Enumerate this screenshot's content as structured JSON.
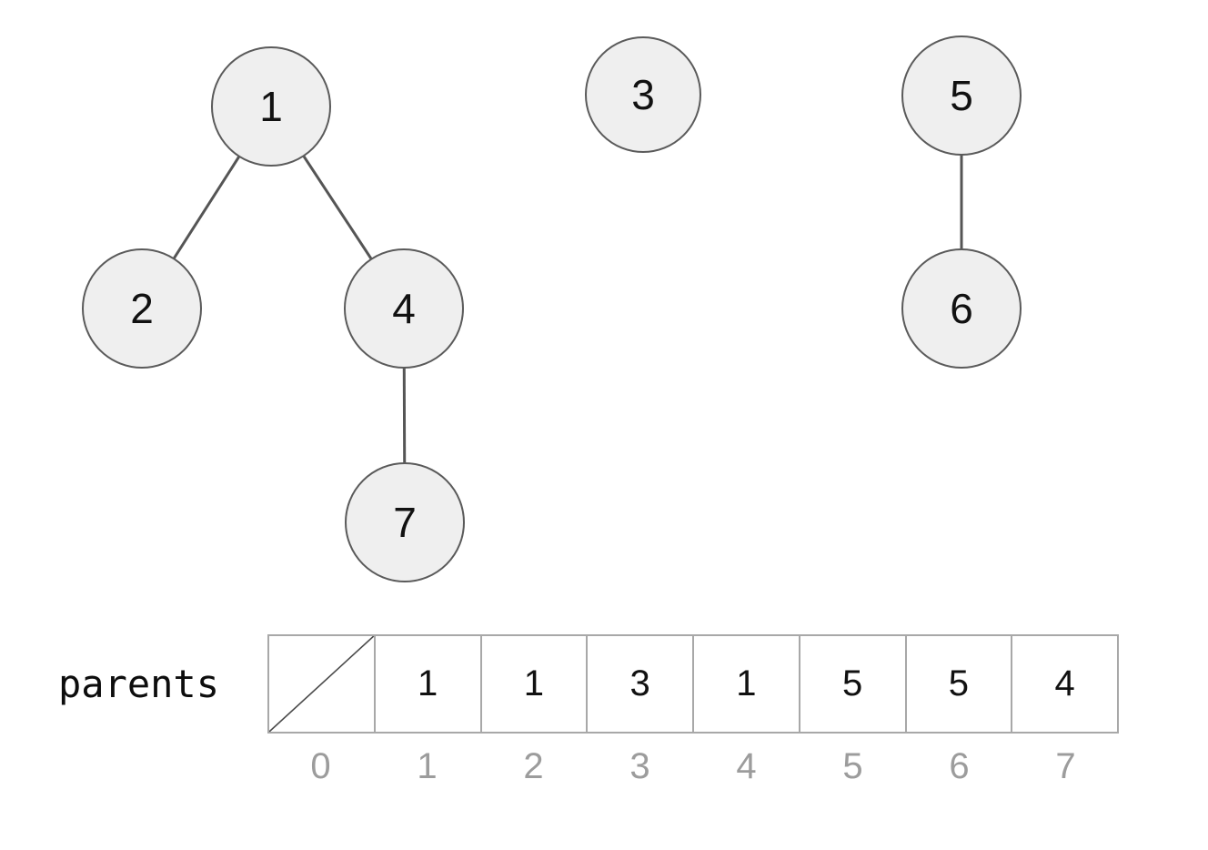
{
  "diagram": {
    "kind": "disjoint-set-forest",
    "graph": {
      "nodes": [
        {
          "id": "1",
          "label": "1"
        },
        {
          "id": "2",
          "label": "2"
        },
        {
          "id": "4",
          "label": "4"
        },
        {
          "id": "7",
          "label": "7"
        },
        {
          "id": "3",
          "label": "3"
        },
        {
          "id": "5",
          "label": "5"
        },
        {
          "id": "6",
          "label": "6"
        }
      ],
      "edges": [
        {
          "from": "1",
          "to": "2"
        },
        {
          "from": "1",
          "to": "4"
        },
        {
          "from": "4",
          "to": "7"
        },
        {
          "from": "5",
          "to": "6"
        }
      ]
    }
  },
  "parents_table": {
    "label": "parents",
    "cells": [
      {
        "index": "0",
        "value": "",
        "empty_slash": true
      },
      {
        "index": "1",
        "value": "1"
      },
      {
        "index": "2",
        "value": "1"
      },
      {
        "index": "3",
        "value": "3"
      },
      {
        "index": "4",
        "value": "1"
      },
      {
        "index": "5",
        "value": "5"
      },
      {
        "index": "6",
        "value": "5"
      },
      {
        "index": "7",
        "value": "4"
      }
    ]
  },
  "colors": {
    "node_fill": "#efefef",
    "node_border": "#5a5a5a",
    "edge_stroke": "#555555",
    "table_border": "#a8a8a8",
    "index_text": "#9c9c9c",
    "text": "#111111",
    "background": "#ffffff"
  }
}
